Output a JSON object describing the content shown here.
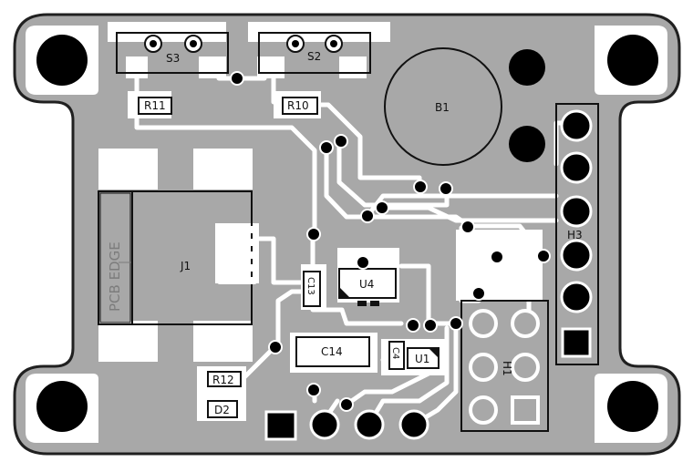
{
  "board": {
    "colors": {
      "background": "#ffffff",
      "outline": "#202020",
      "copper": "#a8a8a8",
      "trace": "#ffffff",
      "silk": "#111111",
      "pad": "#ffffff",
      "hole": "#000000"
    },
    "labels": {
      "s3": "S3",
      "s2": "S2",
      "r11": "R11",
      "r10": "R10",
      "b1": "B1",
      "j1": "J1",
      "pcb_edge": "PCB EDGE",
      "h3": "H3",
      "u4": "U4",
      "c13": "C13",
      "c14": "C14",
      "c4": "C4",
      "u1": "U1",
      "h1": "H1",
      "r12": "R12",
      "d2": "D2"
    }
  }
}
